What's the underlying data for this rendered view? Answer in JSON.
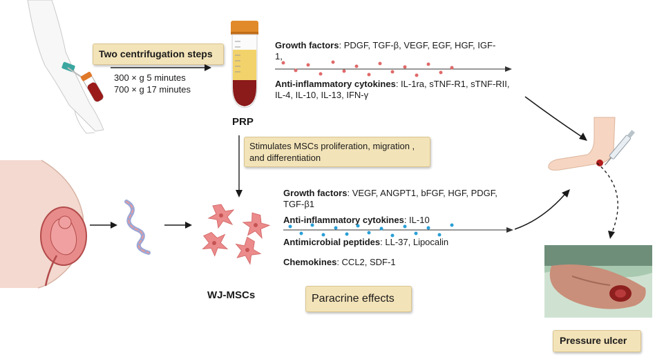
{
  "prp": {
    "step_label": "Two centrifugation steps",
    "spin_1": "300 × g  5 minutes",
    "spin_2": "700 × g  17 minutes",
    "name": "PRP",
    "growth_factors_label": "Growth factors",
    "growth_factors_list": ": PDGF, TGF-β, VEGF, EGF, HGF, IGF-1,",
    "anti_inflammatory_label": "Anti-inflammatory cytokines",
    "anti_inflammatory_list": ": IL-1ra, sTNF-R1, sTNF-RII, IL-4, IL-10, IL-13, IFN-γ"
  },
  "stimulus_label": "Stimulates MSCs proliferation, migration , and differentiation",
  "wj": {
    "name": "WJ-MSCs",
    "growth_factors_label": "Growth factors",
    "growth_factors_list": ": VEGF, ANGPT1, bFGF, HGF, PDGF, TGF-β1",
    "anti_inflammatory_label": "Anti-inflammatory cytokines",
    "anti_inflammatory_list": ": IL-10",
    "antimicrobial_label": "Antimicrobial peptides",
    "antimicrobial_list": ": LL-37, Lipocalin",
    "chemokines_label": "Chemokines",
    "chemokines_list": ": CCL2, SDF-1",
    "paracrine_label": "Paracrine effects"
  },
  "ulcer_label": "Pressure ulcer",
  "colors": {
    "box_fill": "#f3e3b8",
    "prp_dot": "#e06a6a",
    "wj_dot": "#2a9fd6",
    "cell": "#ec8b8b",
    "tube_cap": "#e08a2a",
    "plasma": "#f2d36b",
    "blood": "#8b1a1a"
  },
  "icons": [
    "arm-blood-draw-icon",
    "prp-tube-icon",
    "pregnant-belly-icon",
    "umbilical-cord-icon",
    "stem-cell-icon",
    "foot-injection-icon",
    "ulcer-photo"
  ]
}
